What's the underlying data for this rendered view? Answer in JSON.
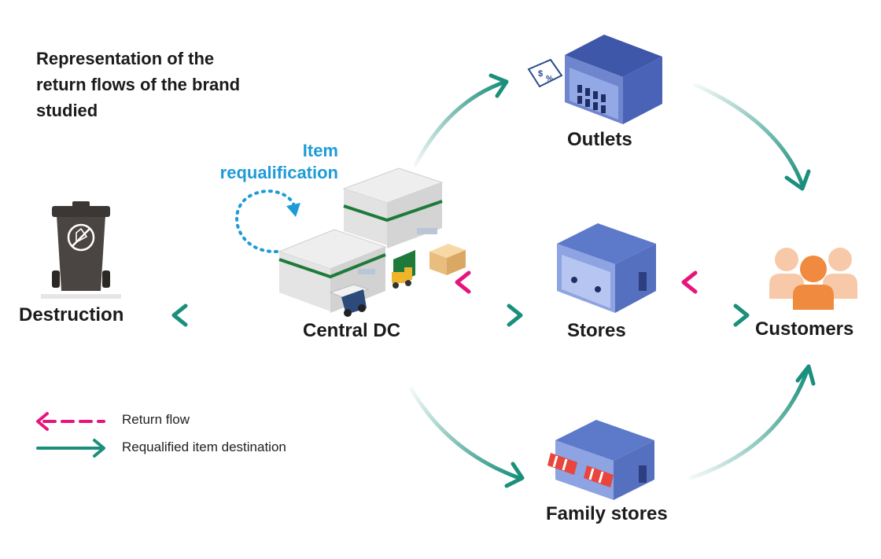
{
  "title": "Representation of the return flows of the brand studied",
  "requalification_label": "Item requalification",
  "nodes": {
    "outlets": "Outlets",
    "central_dc": "Central DC",
    "stores": "Stores",
    "customers": "Customers",
    "family_stores": "Family stores",
    "destruction": "Destruction"
  },
  "legend": {
    "return_flow": "Return flow",
    "requalified": "Requalified item destination"
  },
  "colors": {
    "return_flow": "#e6157d",
    "requalified_flow": "#1a8f7c",
    "requalification": "#1e9bd7",
    "store_blue": "#6f86cf",
    "dc_green": "#1e7a3a",
    "customers_orange": "#f08a3e"
  },
  "icons": {
    "outlets": "outlet-store-icon",
    "central_dc": "warehouse-icon",
    "stores": "store-icon",
    "customers": "customers-group-icon",
    "family_stores": "family-store-icon",
    "destruction": "trash-bin-icon"
  }
}
